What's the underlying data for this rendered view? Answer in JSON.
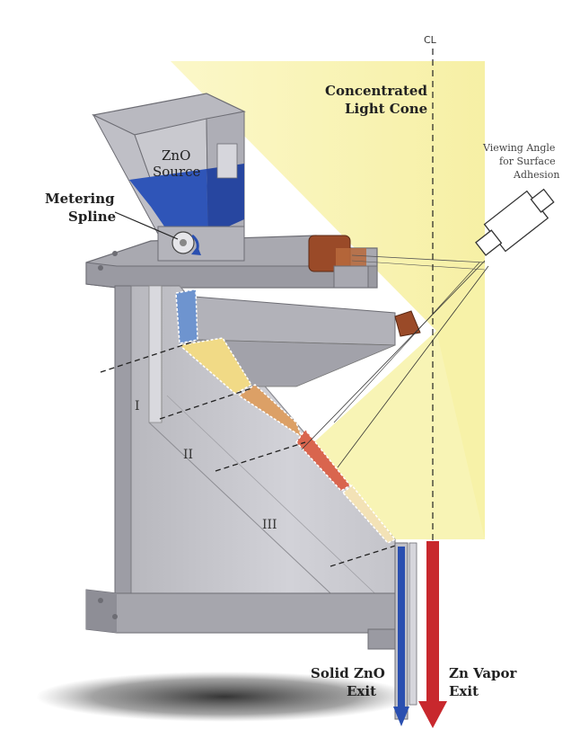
{
  "labels": {
    "cl": "CL",
    "light_cone_1": "Concentrated",
    "light_cone_2": "Light Cone",
    "viewing_1": "Viewing Angle",
    "viewing_2": "for Surface",
    "viewing_3": "Adhesion",
    "zno_1": "ZnO",
    "zno_2": "Source",
    "metering_1": "Metering",
    "metering_2": "Spline",
    "zone_1": "I",
    "zone_2": "II",
    "zone_3": "III",
    "solid_exit_1": "Solid ZnO",
    "solid_exit_2": "Exit",
    "vapor_exit_1": "Zn Vapor",
    "vapor_exit_2": "Exit"
  },
  "colors": {
    "light_cone": "#f7f2a8",
    "zno_powder": "#2f55b8",
    "reactor_grey": "#c9c9cf",
    "zone_blue": "#6e94cf",
    "zone_yellow": "#f1da86",
    "zone_orange": "#dca066",
    "zone_red": "#d9654e",
    "solid_exit_arrow": "#2a4fb0",
    "vapor_exit_arrow": "#c8282d"
  }
}
